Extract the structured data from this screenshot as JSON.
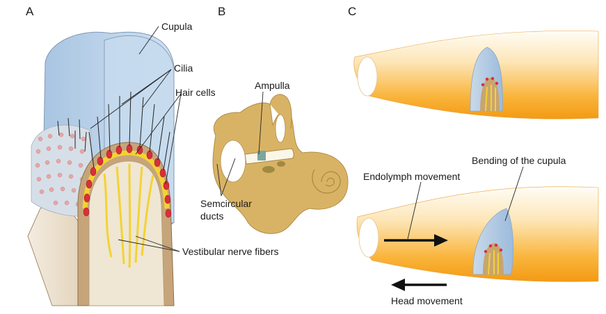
{
  "panels": {
    "a": "A",
    "b": "B",
    "c": "C"
  },
  "labels": {
    "cupula": "Cupula",
    "cilia": "Cilia",
    "hair_cells": "Hair cells",
    "vestibular_nerve_fibers": "Vestibular nerve fibers",
    "ampulla": "Ampulla",
    "semicircular_1": "Semcircular",
    "semicircular_2": "ducts",
    "endolymph_movement": "Endolymph movement",
    "bending_of_cupula": "Bending of the cupula",
    "head_movement": "Head movement"
  },
  "colors": {
    "cupula": "#b9d3ea",
    "crista_tan": "#c4a57c",
    "crista_light": "#efe6d4",
    "hair_cell_red": "#d8303a",
    "nerve_yellow": "#f3d332",
    "bone": "#d9b365",
    "duct_orange": "#f7a71c"
  }
}
